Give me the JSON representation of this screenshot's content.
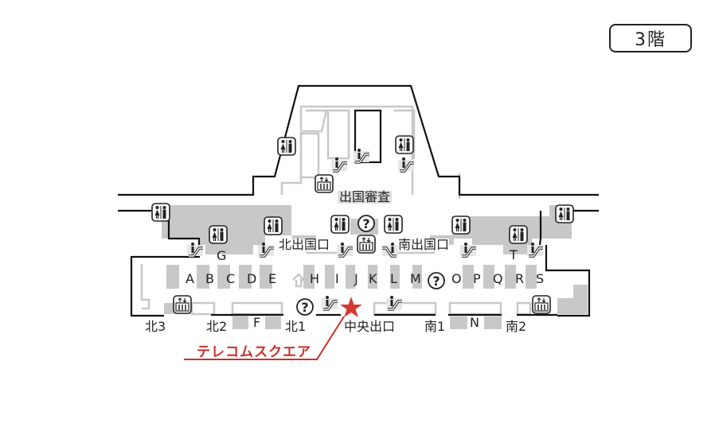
{
  "floor": {
    "label": "3階"
  },
  "areas": {
    "departure_inspection": "出国審査",
    "north_departure_gate": "北出国口",
    "south_departure_gate": "南出国口",
    "central_exit": "中央出口"
  },
  "entrances": [
    "北3",
    "北2",
    "北1",
    "南1",
    "南2"
  ],
  "gates": {
    "top_row": [
      "G",
      "T"
    ],
    "main_row": [
      "A",
      "B",
      "C",
      "D",
      "E",
      "H",
      "I",
      "J",
      "K",
      "L",
      "M",
      "O",
      "P",
      "Q",
      "R",
      "S"
    ],
    "bottom_row": [
      "F",
      "N"
    ]
  },
  "highlight": {
    "label": "テレコムスクエア",
    "marker": "star-icon",
    "color": "#c9302c"
  },
  "legend_icons": [
    "restroom-icon",
    "elevator-icon",
    "escalator-icon",
    "information-icon"
  ],
  "colors": {
    "wall": "#111111",
    "shaded_area": "#c8c8c8",
    "inner_outline": "#c8c8c8",
    "accent_red": "#c9302c"
  }
}
